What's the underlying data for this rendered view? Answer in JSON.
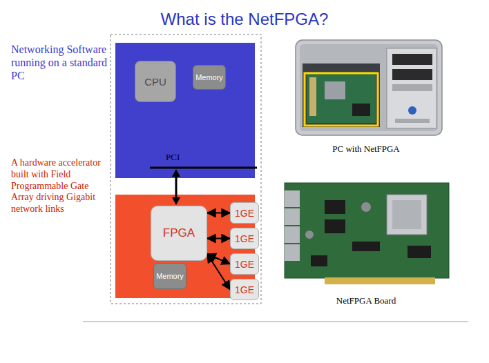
{
  "diagram": {
    "title": "What is the NetFPGA?",
    "nodes": [
      {
        "text": [
          "CPU"
        ]
      },
      {
        "text": [
          "Memory"
        ]
      },
      {
        "text": [
          "FPGA"
        ]
      },
      {
        "text": [
          "Memory"
        ]
      },
      {
        "text": [
          "1GE"
        ]
      },
      {
        "text": [
          "1GE"
        ]
      },
      {
        "text": [
          "1GE"
        ]
      },
      {
        "text": [
          "1GE"
        ]
      }
    ],
    "edges": [
      {
        "from": 2,
        "to": 4,
        "arrow": "both"
      },
      {
        "from": 2,
        "to": 5,
        "arrow": "both"
      },
      {
        "from": 2,
        "to": 6,
        "arrow": "both"
      },
      {
        "from": 2,
        "to": 7,
        "arrow": "both"
      }
    ],
    "labels": [
      "Networking Software running on a standard PC",
      "PCI",
      "A hardware accelerator built with Field Programmable Gate Array driving Gigabit network links",
      "PC with NetFPGA",
      "NetFPGA Board"
    ]
  }
}
